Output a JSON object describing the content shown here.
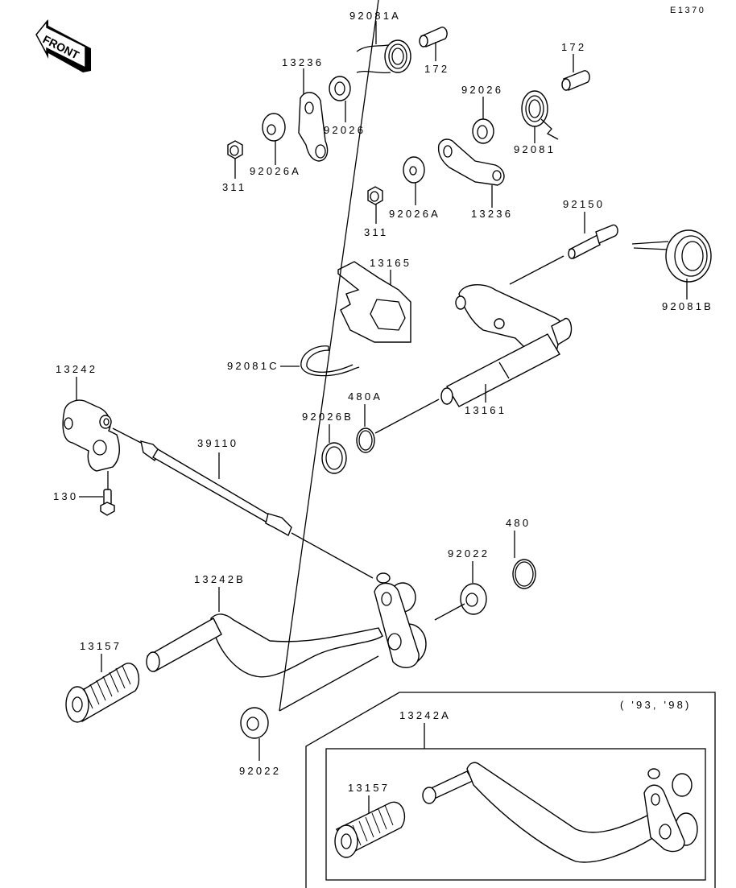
{
  "diagram": {
    "code": "E1370",
    "front_label": "FRONT",
    "inset_note": "( '93, '98)",
    "labels": {
      "p92081A": "92081A",
      "p172a": "172",
      "p172b": "172",
      "p13236a": "13236",
      "p92026a": "92026",
      "p92026b": "92026",
      "p92081": "92081",
      "p311a": "311",
      "p92026Aa": "92026A",
      "p311b": "311",
      "p92026Ab": "92026A",
      "p13236b": "13236",
      "p92150": "92150",
      "p13165": "13165",
      "p92081B": "92081B",
      "p92081C": "92081C",
      "p13242": "13242",
      "p480A": "480A",
      "p92026B": "92026B",
      "p13161": "13161",
      "p39110": "39110",
      "p130": "130",
      "p480": "480",
      "p92022a": "92022",
      "p13242B": "13242B",
      "p13157a": "13157",
      "p92022b": "92022",
      "p13242A": "13242A",
      "p13157b": "13157"
    }
  }
}
